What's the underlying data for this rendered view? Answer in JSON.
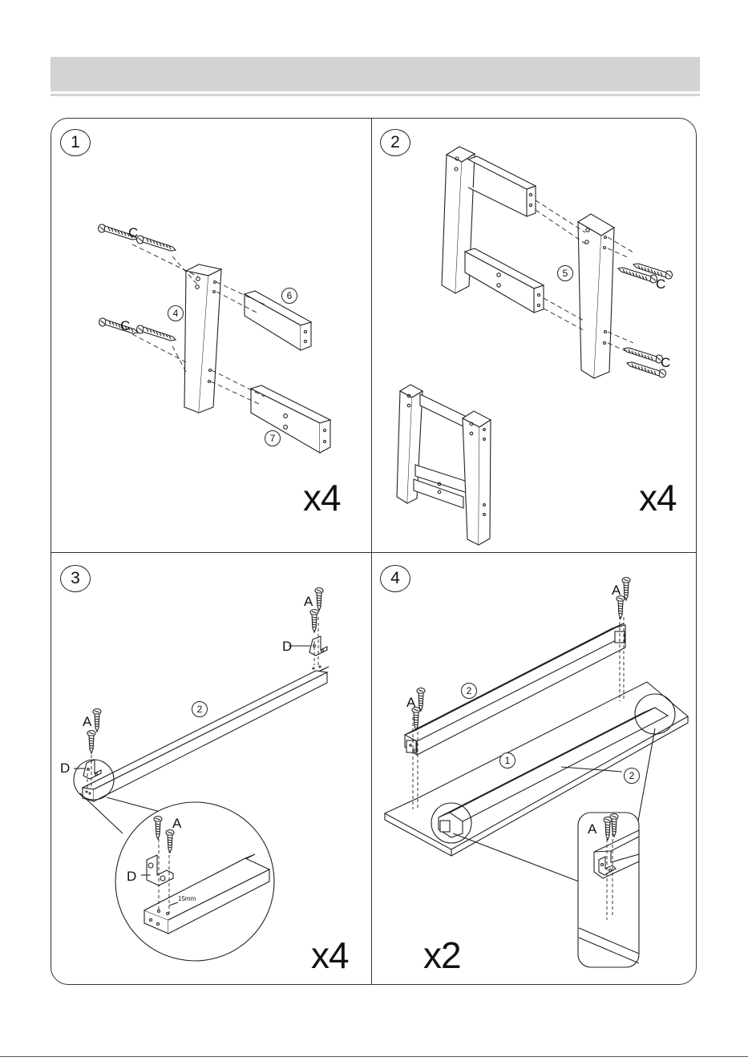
{
  "steps": [
    {
      "number": "1",
      "multiplier": "x4",
      "parts": [
        "4",
        "6",
        "7"
      ],
      "hardware": [
        "C",
        "C"
      ]
    },
    {
      "number": "2",
      "multiplier": "x4",
      "parts": [
        "5"
      ],
      "hardware": [
        "C",
        "C"
      ]
    },
    {
      "number": "3",
      "multiplier": "x4",
      "parts": [
        "2"
      ],
      "hardware": [
        "A",
        "D",
        "A",
        "D",
        "A",
        "D"
      ],
      "dimension": "15mm"
    },
    {
      "number": "4",
      "multiplier": "x2",
      "parts": [
        "2",
        "1",
        "2"
      ],
      "hardware": [
        "A",
        "A",
        "A"
      ]
    }
  ],
  "colors": {
    "line": "#222222",
    "header": "#d2d3d5"
  }
}
